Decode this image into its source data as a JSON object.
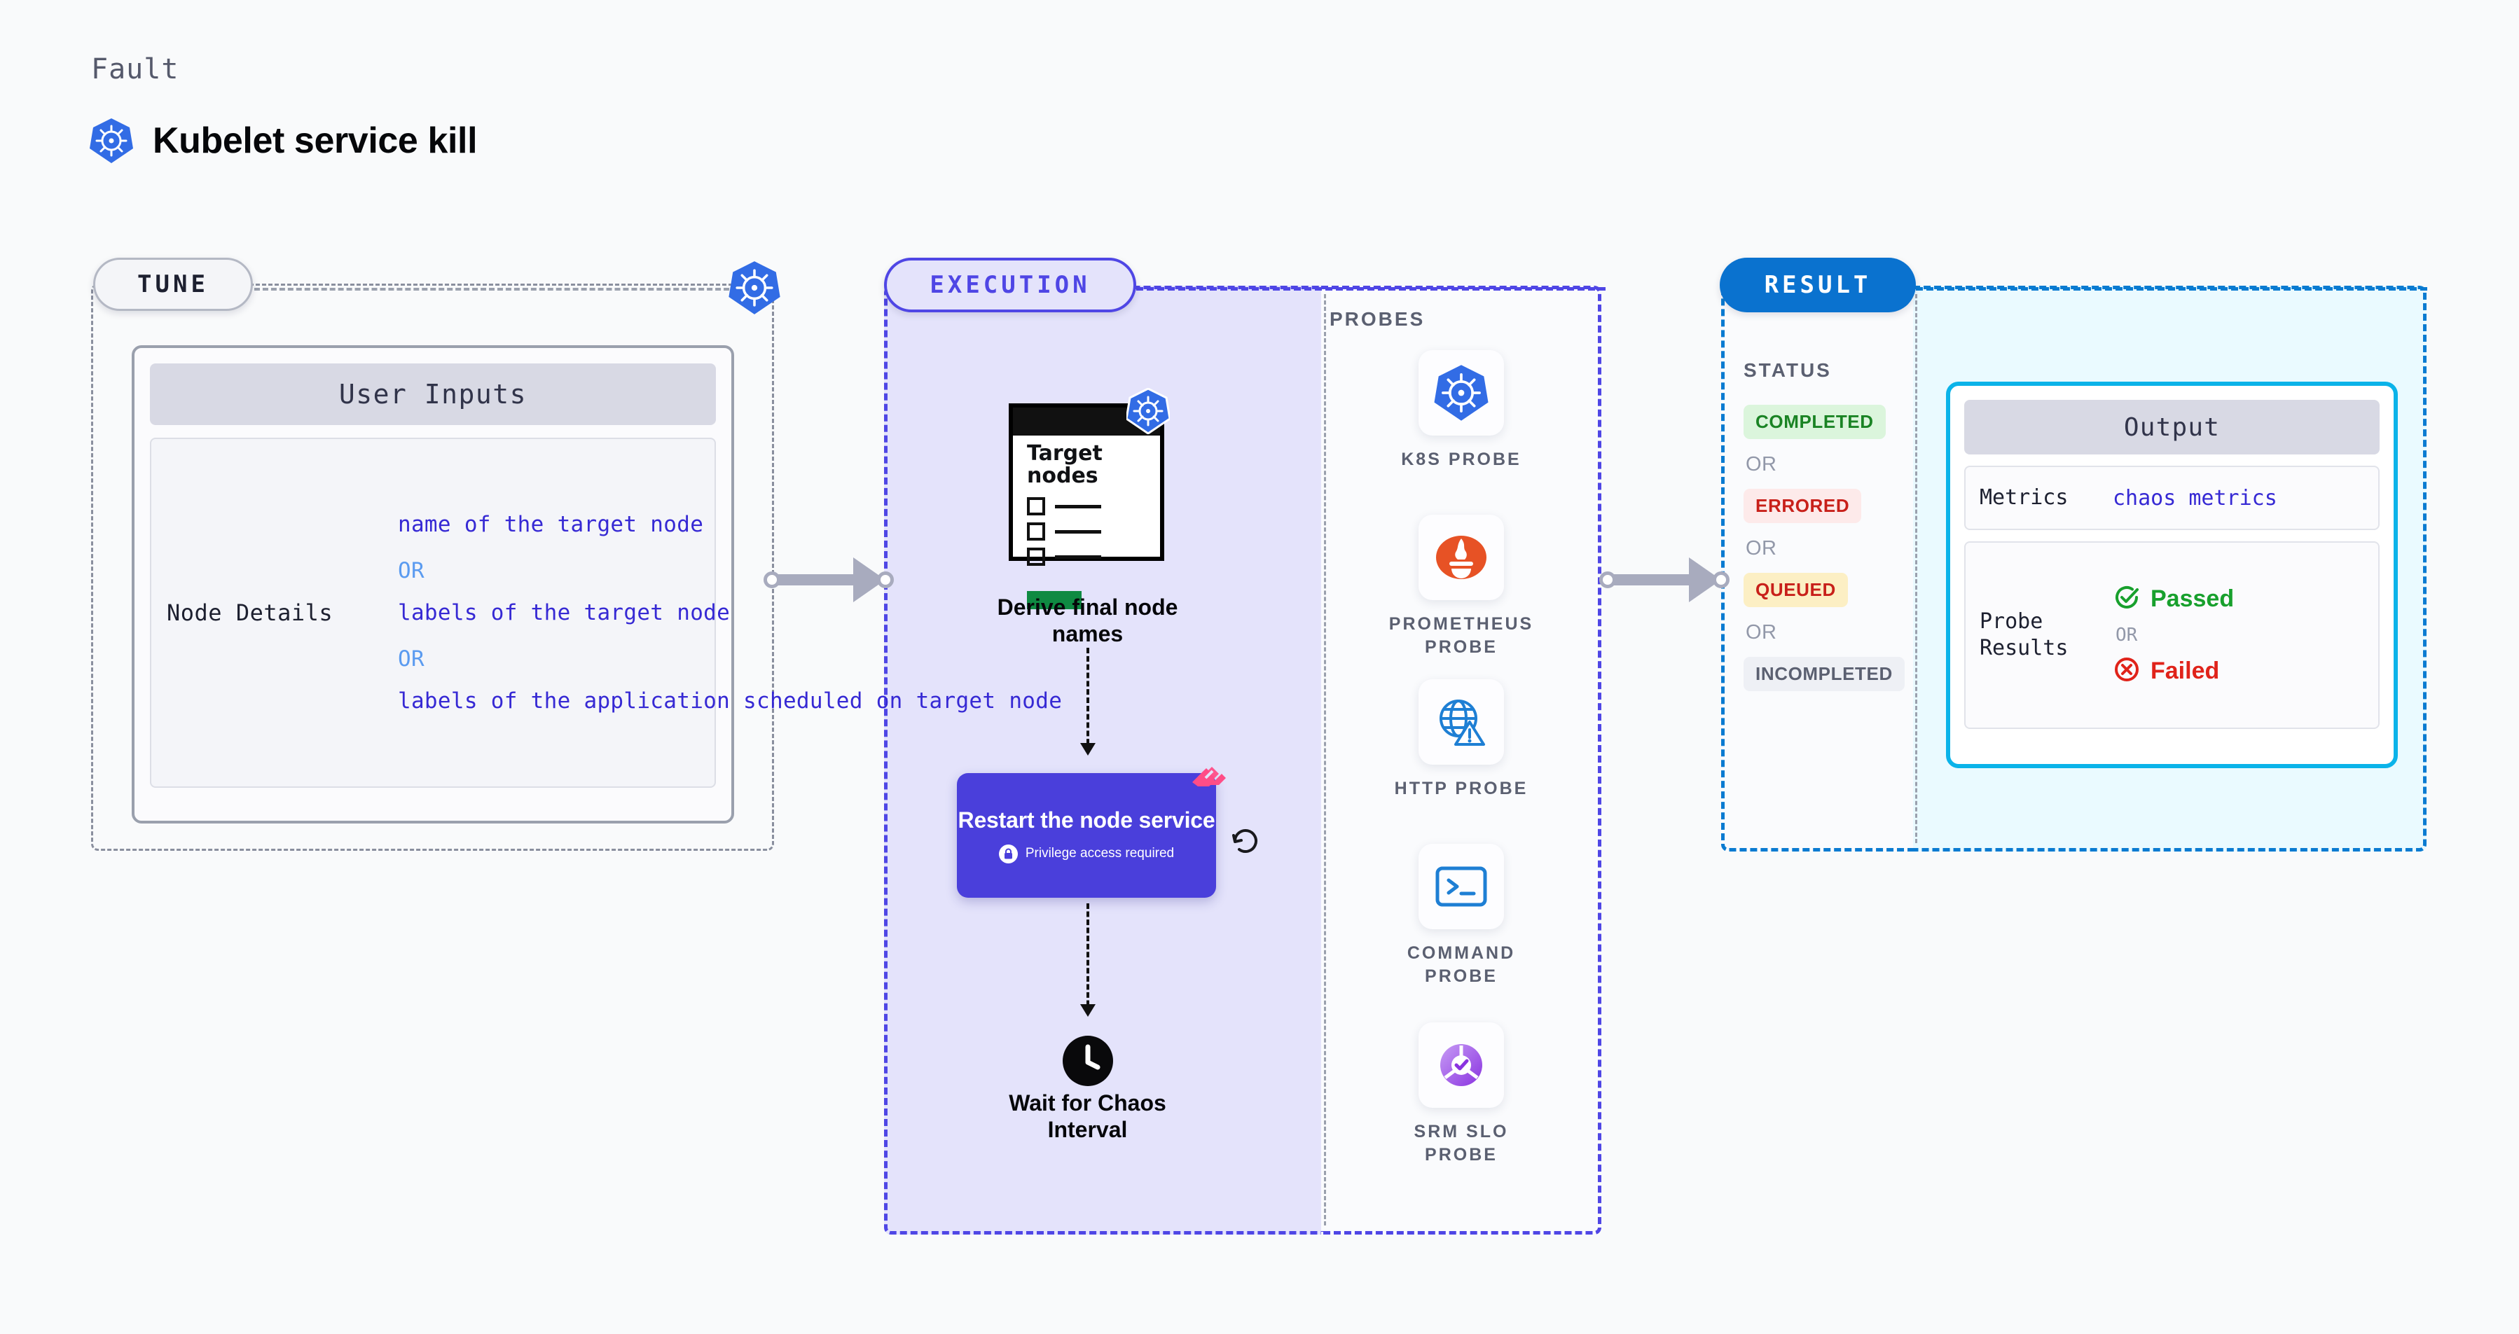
{
  "header": {
    "eyebrow": "Fault",
    "title": "Kubelet service kill",
    "icon": "kubernetes-icon"
  },
  "stages": {
    "tune": {
      "pill_label": "TUNE",
      "connector_icon": "kubernetes-icon",
      "user_inputs": {
        "header": "User Inputs",
        "key": "Node Details",
        "values": [
          "name of the target node",
          "labels of the target node",
          "labels of the application scheduled on target node"
        ],
        "separator": "OR"
      }
    },
    "execution": {
      "pill_label": "EXECUTION",
      "steps": [
        {
          "icon": "target-nodes-document-icon",
          "doc_title": "Target nodes",
          "doc_badge_icon": "kubernetes-icon",
          "label": "Derive final node names"
        },
        {
          "card_title": "Restart the node service",
          "privilege_note": "Privilege access required",
          "privilege_icon": "lock-icon",
          "corner_icon": "harness-logo-icon",
          "retry_icon": "retry-icon"
        },
        {
          "icon": "clock-icon",
          "label": "Wait for Chaos Interval"
        }
      ]
    },
    "probes": {
      "title": "PROBES",
      "items": [
        {
          "name": "K8S PROBE",
          "icon": "kubernetes-icon"
        },
        {
          "name": "PROMETHEUS PROBE",
          "icon": "prometheus-icon"
        },
        {
          "name": "HTTP PROBE",
          "icon": "http-globe-warning-icon"
        },
        {
          "name": "COMMAND PROBE",
          "icon": "terminal-icon"
        },
        {
          "name": "SRM SLO PROBE",
          "icon": "srm-slo-icon"
        }
      ]
    },
    "result": {
      "pill_label": "RESULT",
      "status_title": "STATUS",
      "or_label": "OR",
      "statuses": [
        {
          "label": "COMPLETED",
          "bg": "#dbf5dc",
          "fg": "#1a8324"
        },
        {
          "label": "ERRORED",
          "bg": "#fdeaea",
          "fg": "#c8201a"
        },
        {
          "label": "QUEUED",
          "bg": "#fcefc4",
          "fg": "#c8201a"
        },
        {
          "label": "INCOMPLETED",
          "bg": "#eef0f5",
          "fg": "#5b6071"
        }
      ],
      "output": {
        "header": "Output",
        "rows": [
          {
            "key": "Metrics",
            "value": "chaos metrics"
          },
          {
            "key": "Probe Results",
            "passed": "Passed",
            "or": "OR",
            "failed": "Failed"
          }
        ]
      }
    }
  },
  "colors": {
    "execution_accent": "#4f46e5",
    "result_accent": "#0a72cf",
    "output_border": "#0bb3e9",
    "action_card": "#4a3fdb",
    "harness_pink": "#ff4d87",
    "kubernetes_blue": "#326ce5"
  }
}
